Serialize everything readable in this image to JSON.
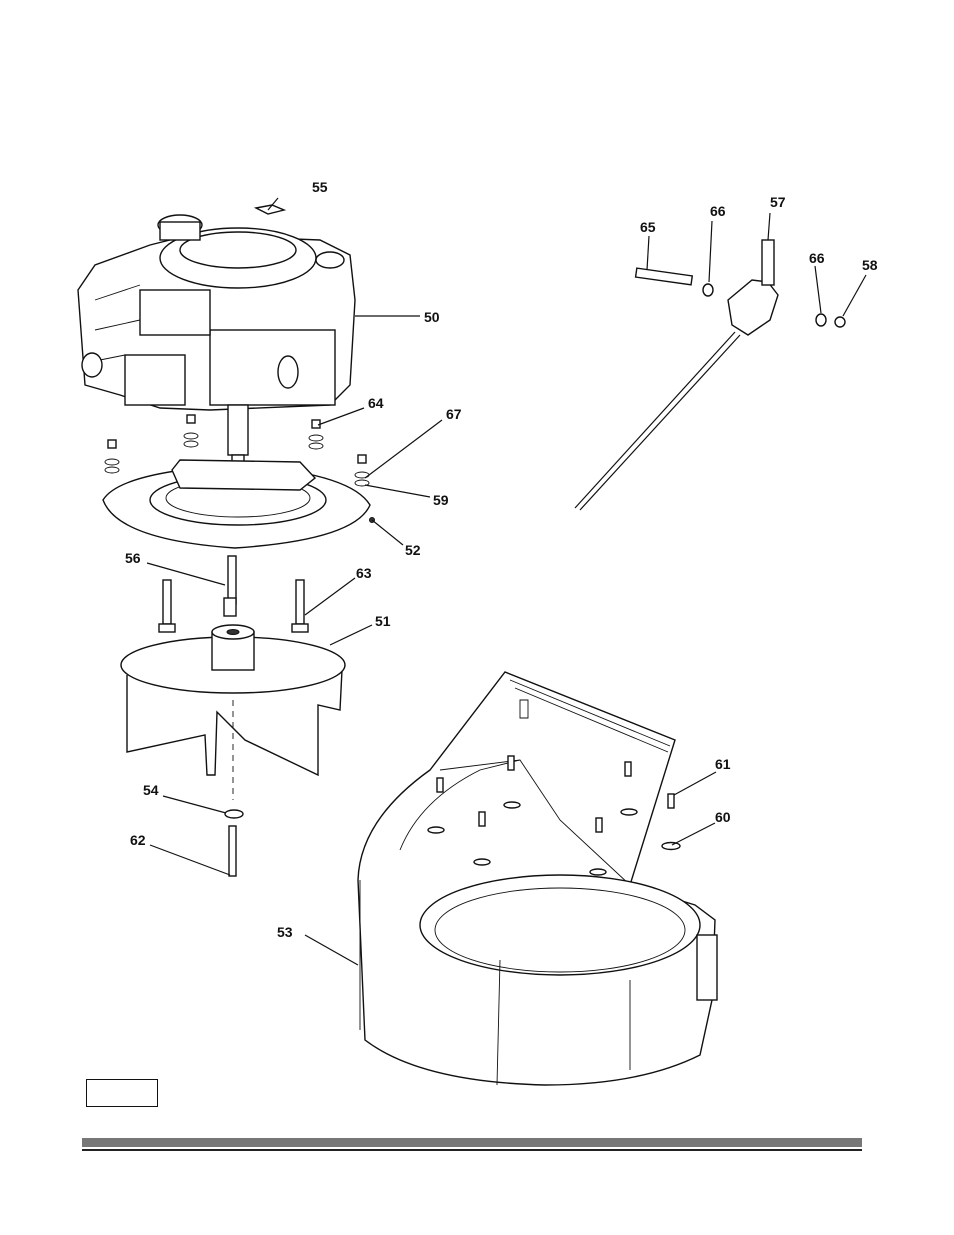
{
  "diagram": {
    "callouts": [
      {
        "id": "50",
        "label": "50"
      },
      {
        "id": "51",
        "label": "51"
      },
      {
        "id": "52",
        "label": "52"
      },
      {
        "id": "53",
        "label": "53"
      },
      {
        "id": "54",
        "label": "54"
      },
      {
        "id": "55",
        "label": "55"
      },
      {
        "id": "56",
        "label": "56"
      },
      {
        "id": "57",
        "label": "57"
      },
      {
        "id": "58",
        "label": "58"
      },
      {
        "id": "59",
        "label": "59"
      },
      {
        "id": "60",
        "label": "60"
      },
      {
        "id": "61",
        "label": "61"
      },
      {
        "id": "62",
        "label": "62"
      },
      {
        "id": "63",
        "label": "63"
      },
      {
        "id": "64",
        "label": "64"
      },
      {
        "id": "65",
        "label": "65"
      },
      {
        "id": "66a",
        "label": "66"
      },
      {
        "id": "66b",
        "label": "66"
      },
      {
        "id": "67",
        "label": "67"
      }
    ]
  },
  "page_number_box": {
    "text": ""
  }
}
